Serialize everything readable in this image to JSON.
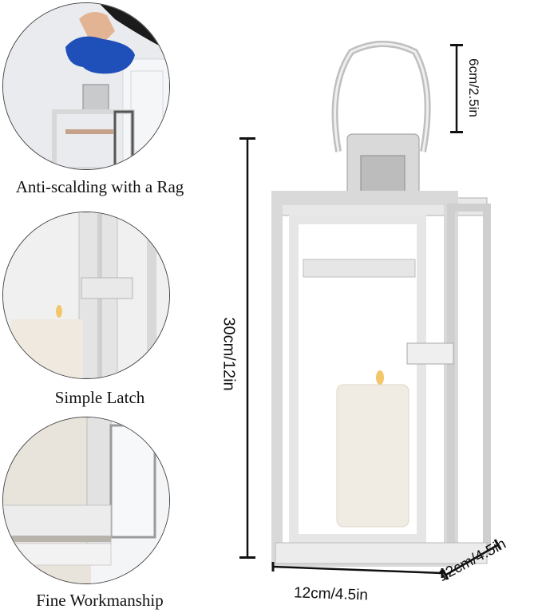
{
  "features": [
    {
      "label": "Anti-scalding with a Rag",
      "image": "hand-holding-lantern-handle-with-blue-rag"
    },
    {
      "label": "Simple Latch",
      "image": "lantern-latch-closeup-with-candle"
    },
    {
      "label": "Fine Workmanship",
      "image": "lantern-frame-corner-closeup"
    }
  ],
  "dimensions": {
    "handle": "6cm/2.5in",
    "height": "30cm/12in",
    "width": "12cm/4.5in",
    "depth": "12cm/4.5in"
  },
  "product": {
    "name": "stainless-steel-candle-lantern",
    "colors": {
      "frame": "#e6e6e6",
      "frame_shadow": "#b9b9b9",
      "candle": "#f1ece3",
      "flame": "#f3c66b",
      "rag": "#1f4fb8"
    }
  }
}
